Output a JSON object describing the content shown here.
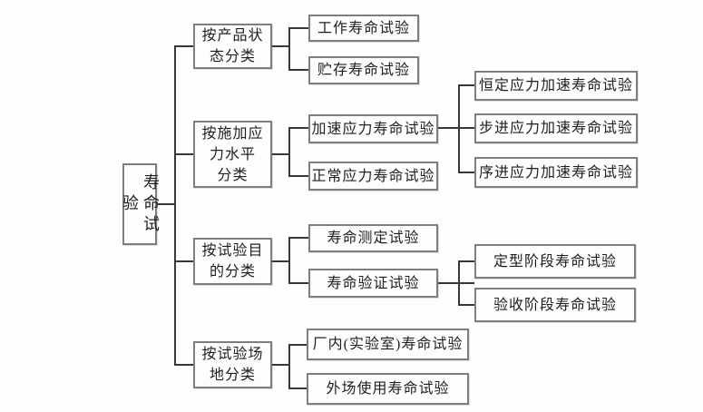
{
  "diagram": {
    "title_semantic": "寿命试验分类框图",
    "colors": {
      "background": "#fefefe",
      "box_border": "#7e7e7e",
      "line": "#383838",
      "text": "#1f1f1f"
    },
    "root": {
      "label": "寿命试验"
    },
    "branches": [
      {
        "category": {
          "label": "按产品状\n态分类"
        },
        "children": [
          {
            "label": "工作寿命试验"
          },
          {
            "label": "贮存寿命试验"
          }
        ]
      },
      {
        "category": {
          "label": "按施加应\n力水平\n分类"
        },
        "children": [
          {
            "label": "加速应力寿命试验",
            "children": [
              {
                "label": "恒定应力加速寿命试验"
              },
              {
                "label": "步进应力加速寿命试验"
              },
              {
                "label": "序进应力加速寿命试验"
              }
            ]
          },
          {
            "label": "正常应力寿命试验"
          }
        ]
      },
      {
        "category": {
          "label": "按试验目\n的分类"
        },
        "children": [
          {
            "label": "寿命测定试验"
          },
          {
            "label": "寿命验证试验",
            "children": [
              {
                "label": "定型阶段寿命试验"
              },
              {
                "label": "验收阶段寿命试验"
              }
            ]
          }
        ]
      },
      {
        "category": {
          "label": "按试验场\n地分类"
        },
        "children": [
          {
            "label": "厂内(实验室)寿命试验"
          },
          {
            "label": "外场使用寿命试验"
          }
        ]
      }
    ]
  }
}
